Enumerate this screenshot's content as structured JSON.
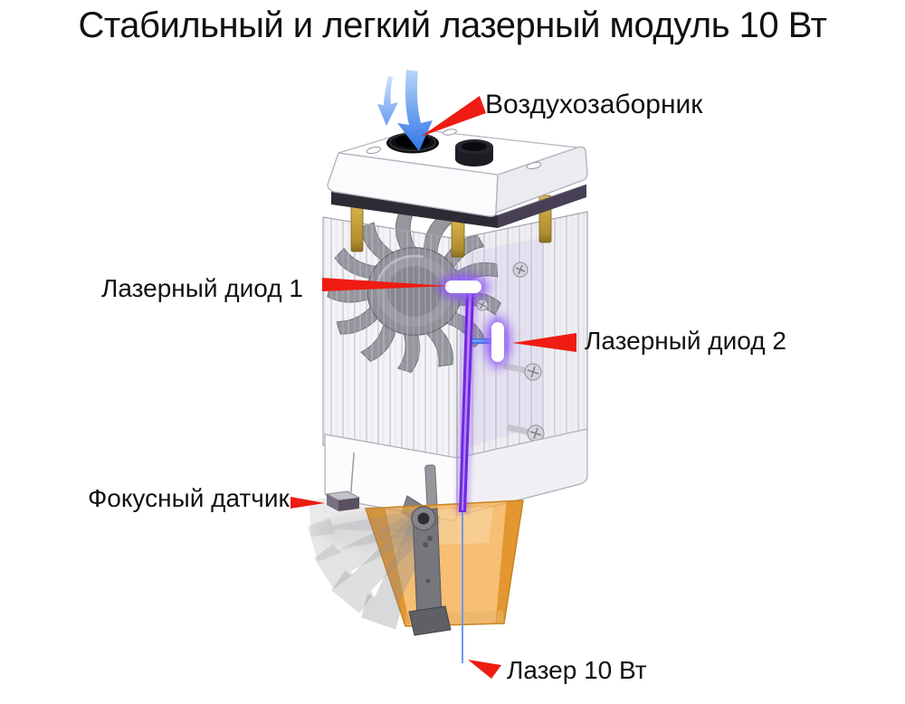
{
  "title": "Стабильный и легкий лазерный модуль 10 Вт",
  "callouts": [
    {
      "id": "air-intake",
      "label": "Воздухозаборник"
    },
    {
      "id": "laser-diode-1",
      "label": "Лазерный диод 1"
    },
    {
      "id": "laser-diode-2",
      "label": "Лазерный диод 2"
    },
    {
      "id": "focus-sensor",
      "label": "Фокусный датчик"
    },
    {
      "id": "laser-output",
      "label": "Лазер 10 Вт"
    }
  ],
  "colors": {
    "bg": "#ffffff",
    "text": "#111111",
    "callout_red": "#ee1c12",
    "airflow_blue": "#3b7ceb",
    "beam_purple": "#7226e0",
    "beam_blue": "#3e79f0",
    "cone_orange": "#f3a63d"
  }
}
